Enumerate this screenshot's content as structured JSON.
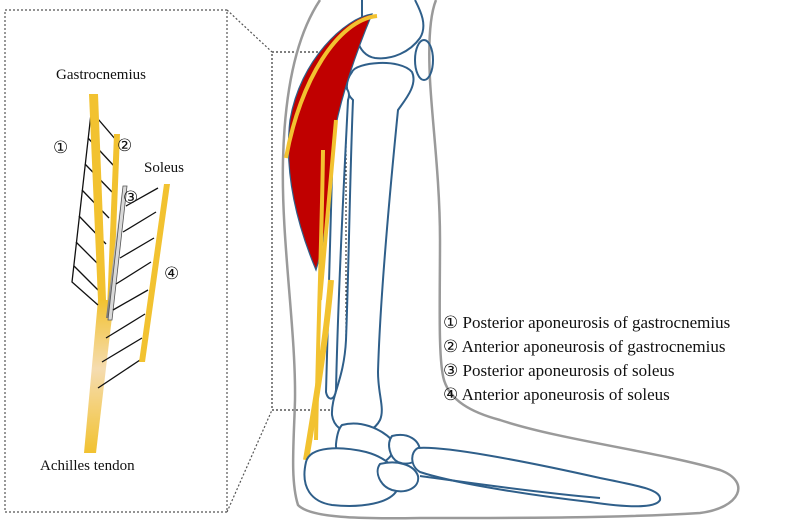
{
  "labels": {
    "gastrocnemius": "Gastrocnemius",
    "soleus": "Soleus",
    "achilles": "Achilles tendon",
    "n1": "①",
    "n2": "②",
    "n3": "③",
    "n4": "④"
  },
  "legend": [
    {
      "marker": "①",
      "text": "Posterior aponeurosis of gastrocnemius"
    },
    {
      "marker": "②",
      "text": "Anterior aponeurosis of gastrocnemius"
    },
    {
      "marker": "③",
      "text": "Posterior aponeurosis of soleus"
    },
    {
      "marker": "④",
      "text": "Anterior aponeurosis of soleus"
    }
  ],
  "colors": {
    "aponeurosis": "#f2c230",
    "muscle": "#c00000",
    "bone_outline": "#2f5f8a",
    "skin_outline": "#9a9a9a",
    "tendon_fade": "#f7e3c3"
  }
}
